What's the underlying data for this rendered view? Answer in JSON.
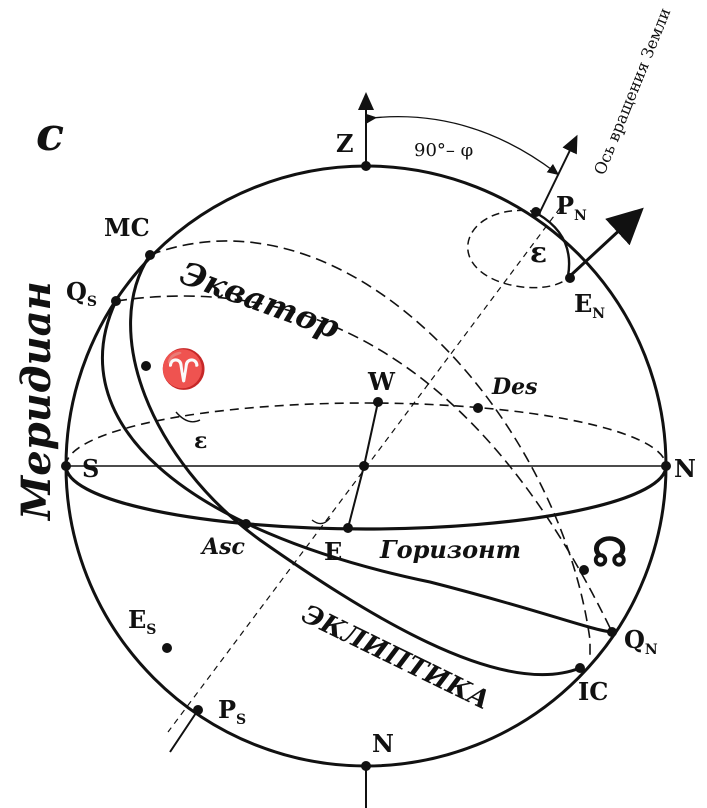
{
  "figure_letter": "c",
  "angle_label": "90°– φ",
  "axis_label": "Ось вращения Земли",
  "meridian_label": "Меридиан",
  "equator_label": "Экватор",
  "horizon_label": "Горизонт",
  "ecliptic_label": "ЭКЛИПТИКА",
  "points": {
    "Z": "Z",
    "PN": "P",
    "PN_sub": "N",
    "EN": "E",
    "EN_sub": "N",
    "epsilon_top": "ε",
    "MC": "MC",
    "QS": "Q",
    "QS_sub": "S",
    "aries": "♈",
    "W": "W",
    "Des": "Des",
    "S": "S",
    "N_east": "N",
    "epsilon_mid": "ε",
    "Asc": "Asc",
    "E": "E",
    "node": "☊",
    "QN": "Q",
    "QN_sub": "N",
    "IC": "IC",
    "ES": "E",
    "ES_sub": "S",
    "PS": "P",
    "PS_sub": "S",
    "N_bottom": "N"
  },
  "icons": {
    "aries": "aries-glyph",
    "node": "ascending-node-glyph"
  }
}
